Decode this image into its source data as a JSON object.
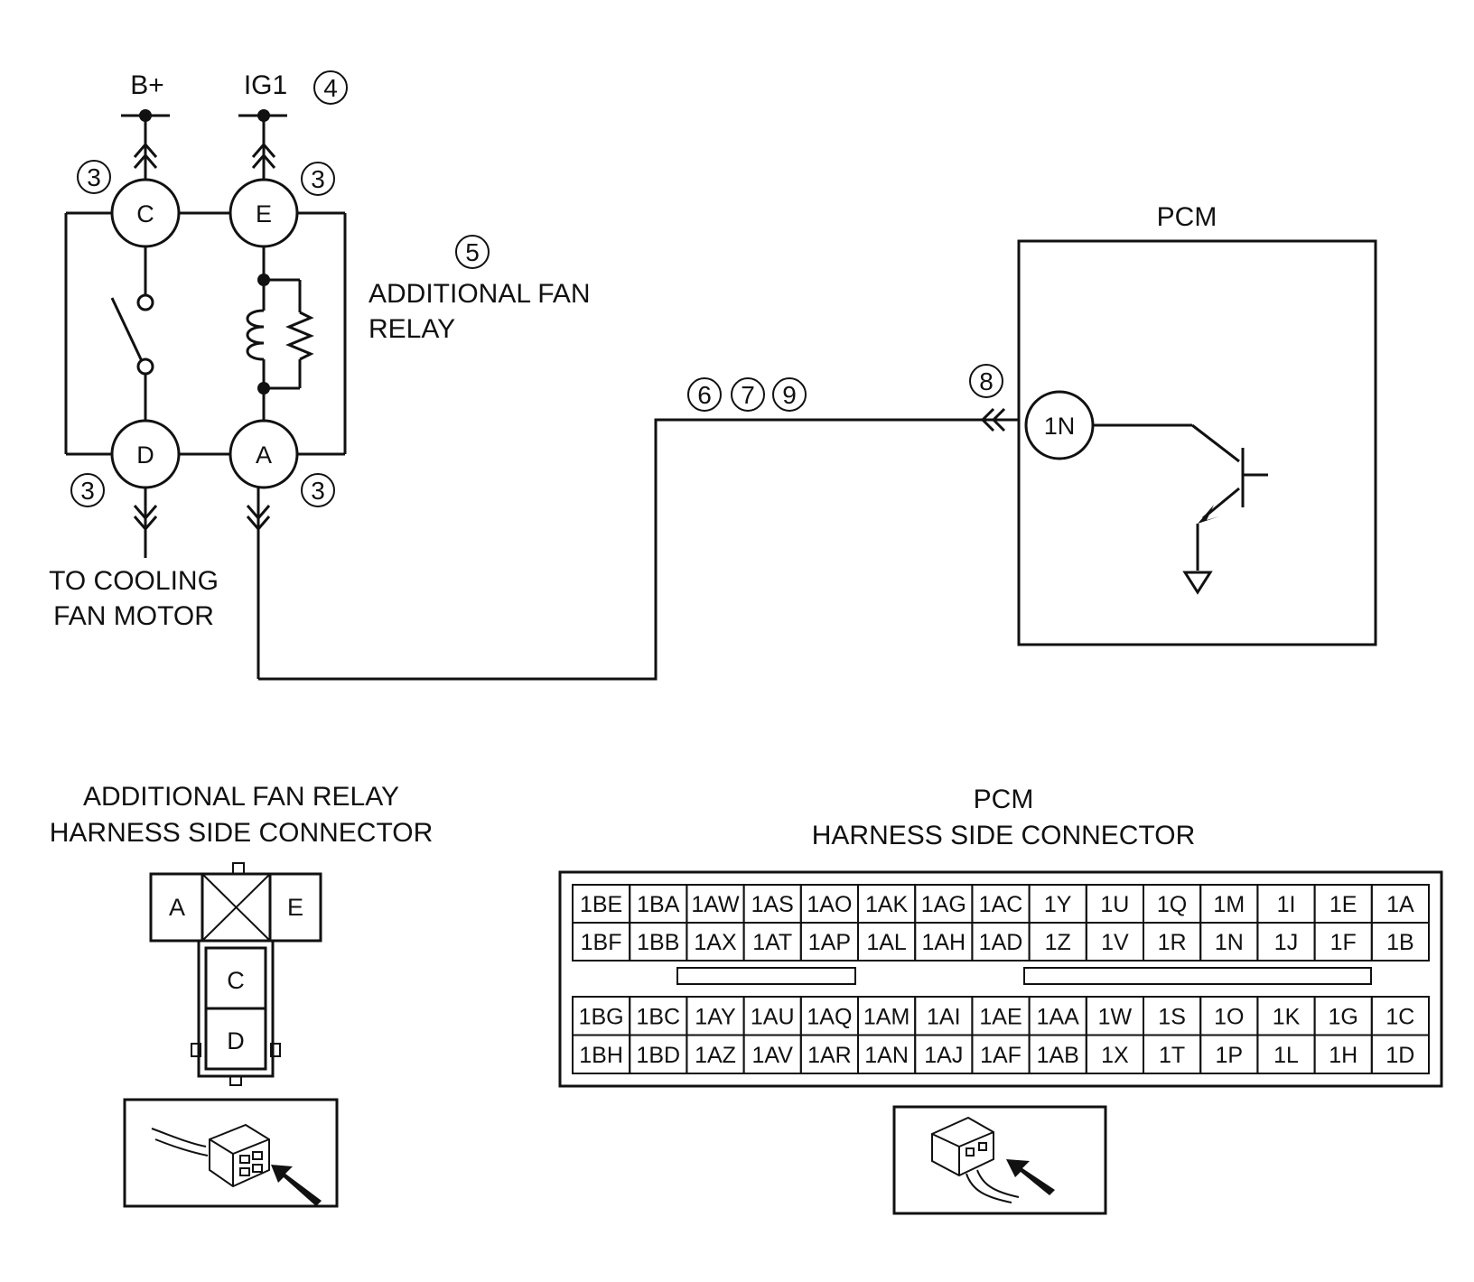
{
  "wiring": {
    "supply_bplus": "B+",
    "supply_ig1": "IG1",
    "relay_label_line1": "ADDITIONAL FAN",
    "relay_label_line2": "RELAY",
    "motor_label_line1": "TO COOLING",
    "motor_label_line2": "FAN MOTOR",
    "pcm_label": "PCM",
    "pins": {
      "c": "C",
      "e": "E",
      "d": "D",
      "a": "A",
      "pcm_1n": "1N"
    },
    "callouts": {
      "c_top": "3",
      "e_top": "3",
      "d_bottom": "3",
      "a_bottom": "3",
      "ig1": "4",
      "relay": "5",
      "wire_6": "6",
      "wire_7": "7",
      "wire_9": "9",
      "pcm_1n": "8"
    }
  },
  "relay_connector": {
    "title_line1": "ADDITIONAL FAN RELAY",
    "title_line2": "HARNESS SIDE CONNECTOR",
    "cells": {
      "a": "A",
      "e": "E",
      "c": "C",
      "d": "D"
    }
  },
  "pcm_connector": {
    "title_line1": "PCM",
    "title_line2": "HARNESS SIDE CONNECTOR",
    "upper_rows": [
      [
        "1BE",
        "1BA",
        "1AW",
        "1AS",
        "1AO",
        "1AK",
        "1AG",
        "1AC",
        "1Y",
        "1U",
        "1Q",
        "1M",
        "1I",
        "1E",
        "1A"
      ],
      [
        "1BF",
        "1BB",
        "1AX",
        "1AT",
        "1AP",
        "1AL",
        "1AH",
        "1AD",
        "1Z",
        "1V",
        "1R",
        "1N",
        "1J",
        "1F",
        "1B"
      ]
    ],
    "lower_rows": [
      [
        "1BG",
        "1BC",
        "1AY",
        "1AU",
        "1AQ",
        "1AM",
        "1AI",
        "1AE",
        "1AA",
        "1W",
        "1S",
        "1O",
        "1K",
        "1G",
        "1C"
      ],
      [
        "1BH",
        "1BD",
        "1AZ",
        "1AV",
        "1AR",
        "1AN",
        "1AJ",
        "1AF",
        "1AB",
        "1X",
        "1T",
        "1P",
        "1L",
        "1H",
        "1D"
      ]
    ]
  }
}
